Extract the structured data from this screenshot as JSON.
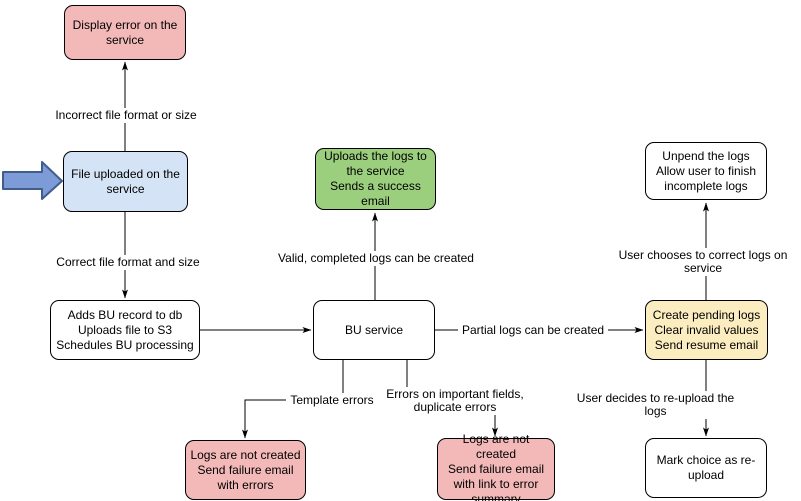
{
  "diagram": {
    "type": "flowchart",
    "background": "#ffffff",
    "edge_color": "#000000",
    "entry_arrow": {
      "name": "entry-arrow",
      "fill": "#7D9BD6",
      "stroke": "#3F5E8C"
    },
    "nodes": [
      {
        "id": "display-error",
        "text": "Display error on the\nservice",
        "fill": "#F3B9B9"
      },
      {
        "id": "file-uploaded",
        "text": "File uploaded on the\nservice",
        "fill": "#D5E3F6"
      },
      {
        "id": "adds-bu-record",
        "text": "Adds BU record to db\nUploads file to S3\nSchedules BU processing",
        "fill": "#FFFFFF"
      },
      {
        "id": "bu-service",
        "text": "BU service",
        "fill": "#FFFFFF"
      },
      {
        "id": "uploads-logs-success",
        "text": "Uploads the logs to\nthe service\nSends a success\nemail",
        "fill": "#9CCF7D"
      },
      {
        "id": "unpend-logs",
        "text": "Unpend the logs\nAllow user to finish\nincomplete logs",
        "fill": "#FFFFFF"
      },
      {
        "id": "create-pending-logs",
        "text": "Create pending logs\nClear invalid values\nSend resume email",
        "fill": "#FBEDC0"
      },
      {
        "id": "logs-not-created-with-errors",
        "text": "Logs are not created\nSend failure email\nwith errors",
        "fill": "#F3B9B9"
      },
      {
        "id": "logs-not-created-error-summary",
        "text": "Logs are not created\nSend failure email\nwith link to error\nsummary",
        "fill": "#F3B9B9"
      },
      {
        "id": "mark-choice-reupload",
        "text": "Mark choice as re-\nupload",
        "fill": "#FFFFFF"
      }
    ],
    "edges": [
      {
        "from": "file-uploaded",
        "to": "display-error",
        "label": "Incorrect file format or size"
      },
      {
        "from": "file-uploaded",
        "to": "adds-bu-record",
        "label": "Correct file format and size"
      },
      {
        "from": "adds-bu-record",
        "to": "bu-service",
        "label": ""
      },
      {
        "from": "bu-service",
        "to": "uploads-logs-success",
        "label": "Valid, completed logs can be created"
      },
      {
        "from": "bu-service",
        "to": "create-pending-logs",
        "label": "Partial logs can be created"
      },
      {
        "from": "bu-service",
        "to": "logs-not-created-with-errors",
        "label": "Template errors"
      },
      {
        "from": "bu-service",
        "to": "logs-not-created-error-summary",
        "label": "Errors on important fields,\nduplicate errors"
      },
      {
        "from": "create-pending-logs",
        "to": "unpend-logs",
        "label": "User chooses to correct logs on service"
      },
      {
        "from": "create-pending-logs",
        "to": "mark-choice-reupload",
        "label": "User decides to re-upload the logs"
      }
    ]
  }
}
